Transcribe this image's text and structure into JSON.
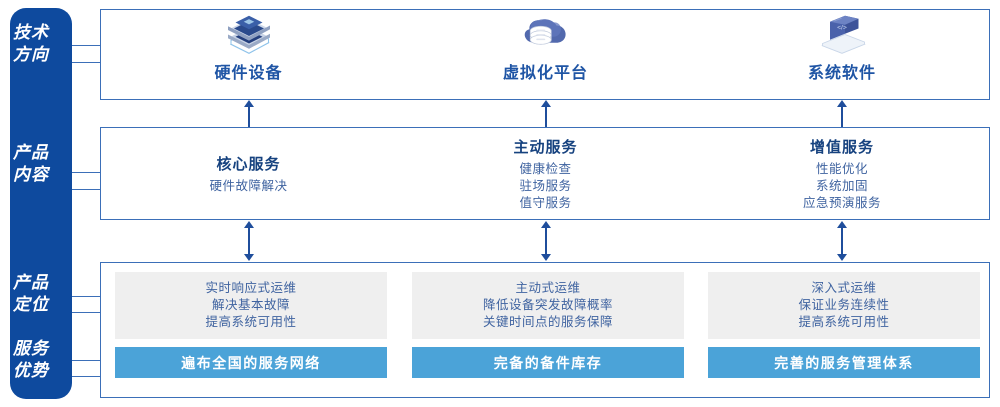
{
  "rail": {
    "labels": [
      {
        "name": "tech-direction",
        "line1": "技术",
        "line2": "方向"
      },
      {
        "name": "product-content",
        "line1": "产品",
        "line2": "内容"
      },
      {
        "name": "product-position",
        "line1": "产品",
        "line2": "定位"
      },
      {
        "name": "service-advantage",
        "line1": "服务",
        "line2": "优势"
      }
    ]
  },
  "tech_row": {
    "columns": [
      {
        "icon": "server-stack-icon",
        "title": "硬件设备"
      },
      {
        "icon": "cloud-database-icon",
        "title": "虚拟化平台"
      },
      {
        "icon": "software-code-icon",
        "title": "系统软件"
      }
    ]
  },
  "content_row": {
    "columns": [
      {
        "title": "核心服务",
        "items": [
          "硬件故障解决"
        ]
      },
      {
        "title": "主动服务",
        "items": [
          "健康检查",
          "驻场服务",
          "值守服务"
        ]
      },
      {
        "title": "增值服务",
        "items": [
          "性能优化",
          "系统加固",
          "应急预演服务"
        ]
      }
    ]
  },
  "bottom_row": {
    "columns": [
      {
        "position_lines": [
          "实时响应式运维",
          "解决基本故障",
          "提高系统可用性"
        ],
        "advantage": "遍布全国的服务网络"
      },
      {
        "position_lines": [
          "主动式运维",
          "降低设备突发故障概率",
          "关键时间点的服务保障"
        ],
        "advantage": "完备的备件库存"
      },
      {
        "position_lines": [
          "深入式运维",
          "保证业务连续性",
          "提高系统可用性"
        ],
        "advantage": "完善的服务管理体系"
      }
    ]
  },
  "colors": {
    "rail_bg": "#0e4a9e",
    "panel_border": "#3b6fb8",
    "tech_title": "#1f55a5",
    "content_title": "#16427f",
    "body_text": "#3f63a0",
    "position_bg": "#efefef",
    "advantage_bg": "#4ba3d8",
    "arrow": "#1f4e9c"
  }
}
